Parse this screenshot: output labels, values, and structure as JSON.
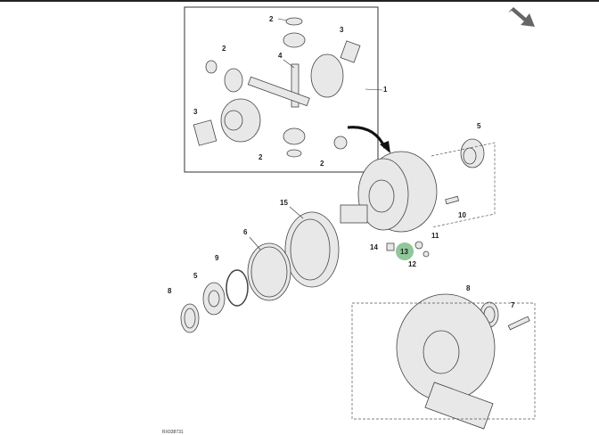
{
  "diagram": {
    "reference_id": "RX038731",
    "highlight_color": "#8fc79a",
    "callouts": {
      "c2a": "2",
      "c3a": "3",
      "c2b": "2",
      "c4": "4",
      "c1": "1",
      "c3b": "3",
      "c2c": "2",
      "c2d": "2",
      "c5a": "5",
      "c15": "15",
      "c10": "10",
      "c6": "6",
      "c11": "11",
      "c14": "14",
      "c13": "13",
      "c12": "12",
      "c9": "9",
      "c5b": "5",
      "c8a": "8",
      "c8b": "8",
      "c7": "7"
    }
  },
  "nav": {
    "icon": "next-arrow-icon"
  }
}
